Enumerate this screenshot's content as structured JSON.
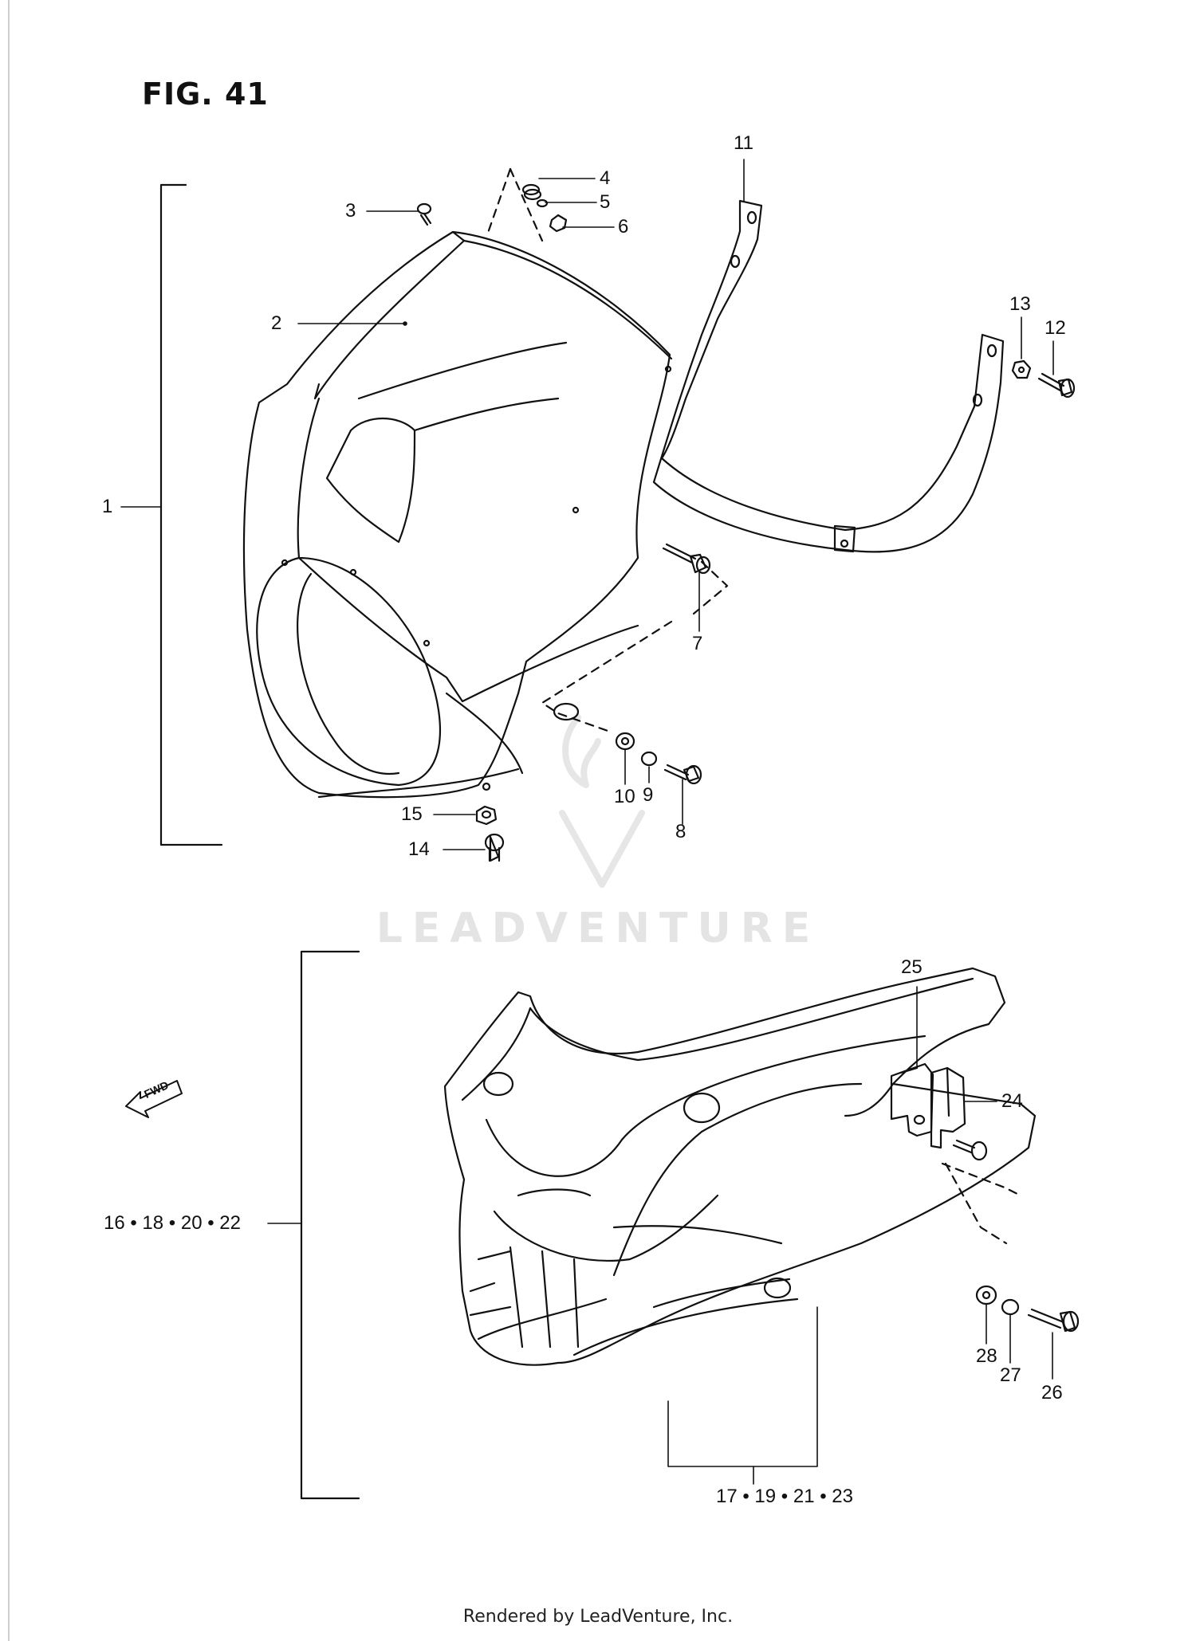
{
  "figure": {
    "title": "FIG. 41"
  },
  "callouts": {
    "c1": "1",
    "c2": "2",
    "c3": "3",
    "c4": "4",
    "c5": "5",
    "c6": "6",
    "c7": "7",
    "c8": "8",
    "c9": "9",
    "c10": "10",
    "c11": "11",
    "c12": "12",
    "c13": "13",
    "c14": "14",
    "c15": "15",
    "c16": "16 • 18 • 20 • 22",
    "c17": "17 • 19 • 21 • 23",
    "c24": "24",
    "c25": "25",
    "c26": "26",
    "c27": "27",
    "c28": "28"
  },
  "direction_arrow": {
    "label": "FWD",
    "icon": "fwd-arrow-icon"
  },
  "watermark": {
    "text": "LEADVENTURE"
  },
  "footer": {
    "text": "Rendered by LeadVenture, Inc."
  }
}
